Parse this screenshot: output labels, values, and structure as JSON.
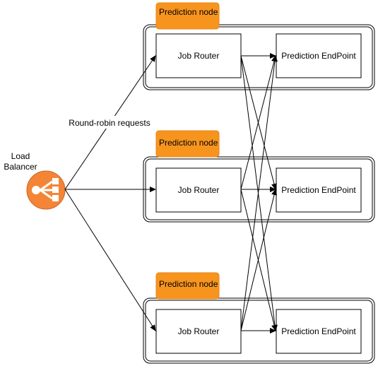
{
  "load_balancer": {
    "label_line1": "Load",
    "label_line2": "Balancer",
    "icon": "load-balancer-icon",
    "color": "#f58536"
  },
  "edge_label": "Round-robin requests",
  "nodes": [
    {
      "tag": "Prediction node",
      "router": "Job Router",
      "endpoint": "Prediction EndPoint"
    },
    {
      "tag": "Prediction node",
      "router": "Job Router",
      "endpoint": "Prediction EndPoint"
    },
    {
      "tag": "Prediction node",
      "router": "Job Router",
      "endpoint": "Prediction EndPoint"
    }
  ],
  "colors": {
    "tag_fill": "#f7941e",
    "line": "#000000"
  }
}
